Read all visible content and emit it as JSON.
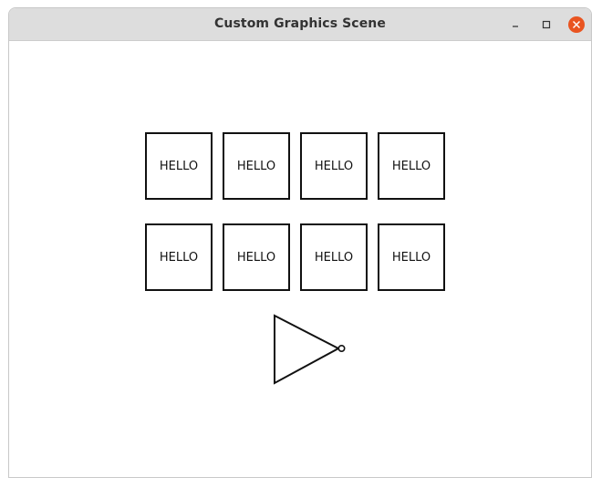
{
  "window": {
    "title": "Custom Graphics Scene",
    "controls": {
      "minimize": "minimize-icon",
      "maximize": "maximize-icon",
      "close": "close-icon",
      "close_color": "#e95420"
    }
  },
  "scene": {
    "boxes": [
      {
        "label": "HELLO"
      },
      {
        "label": "HELLO"
      },
      {
        "label": "HELLO"
      },
      {
        "label": "HELLO"
      },
      {
        "label": "HELLO"
      },
      {
        "label": "HELLO"
      },
      {
        "label": "HELLO"
      },
      {
        "label": "HELLO"
      }
    ],
    "gate": {
      "shape": "not-gate-icon"
    }
  }
}
